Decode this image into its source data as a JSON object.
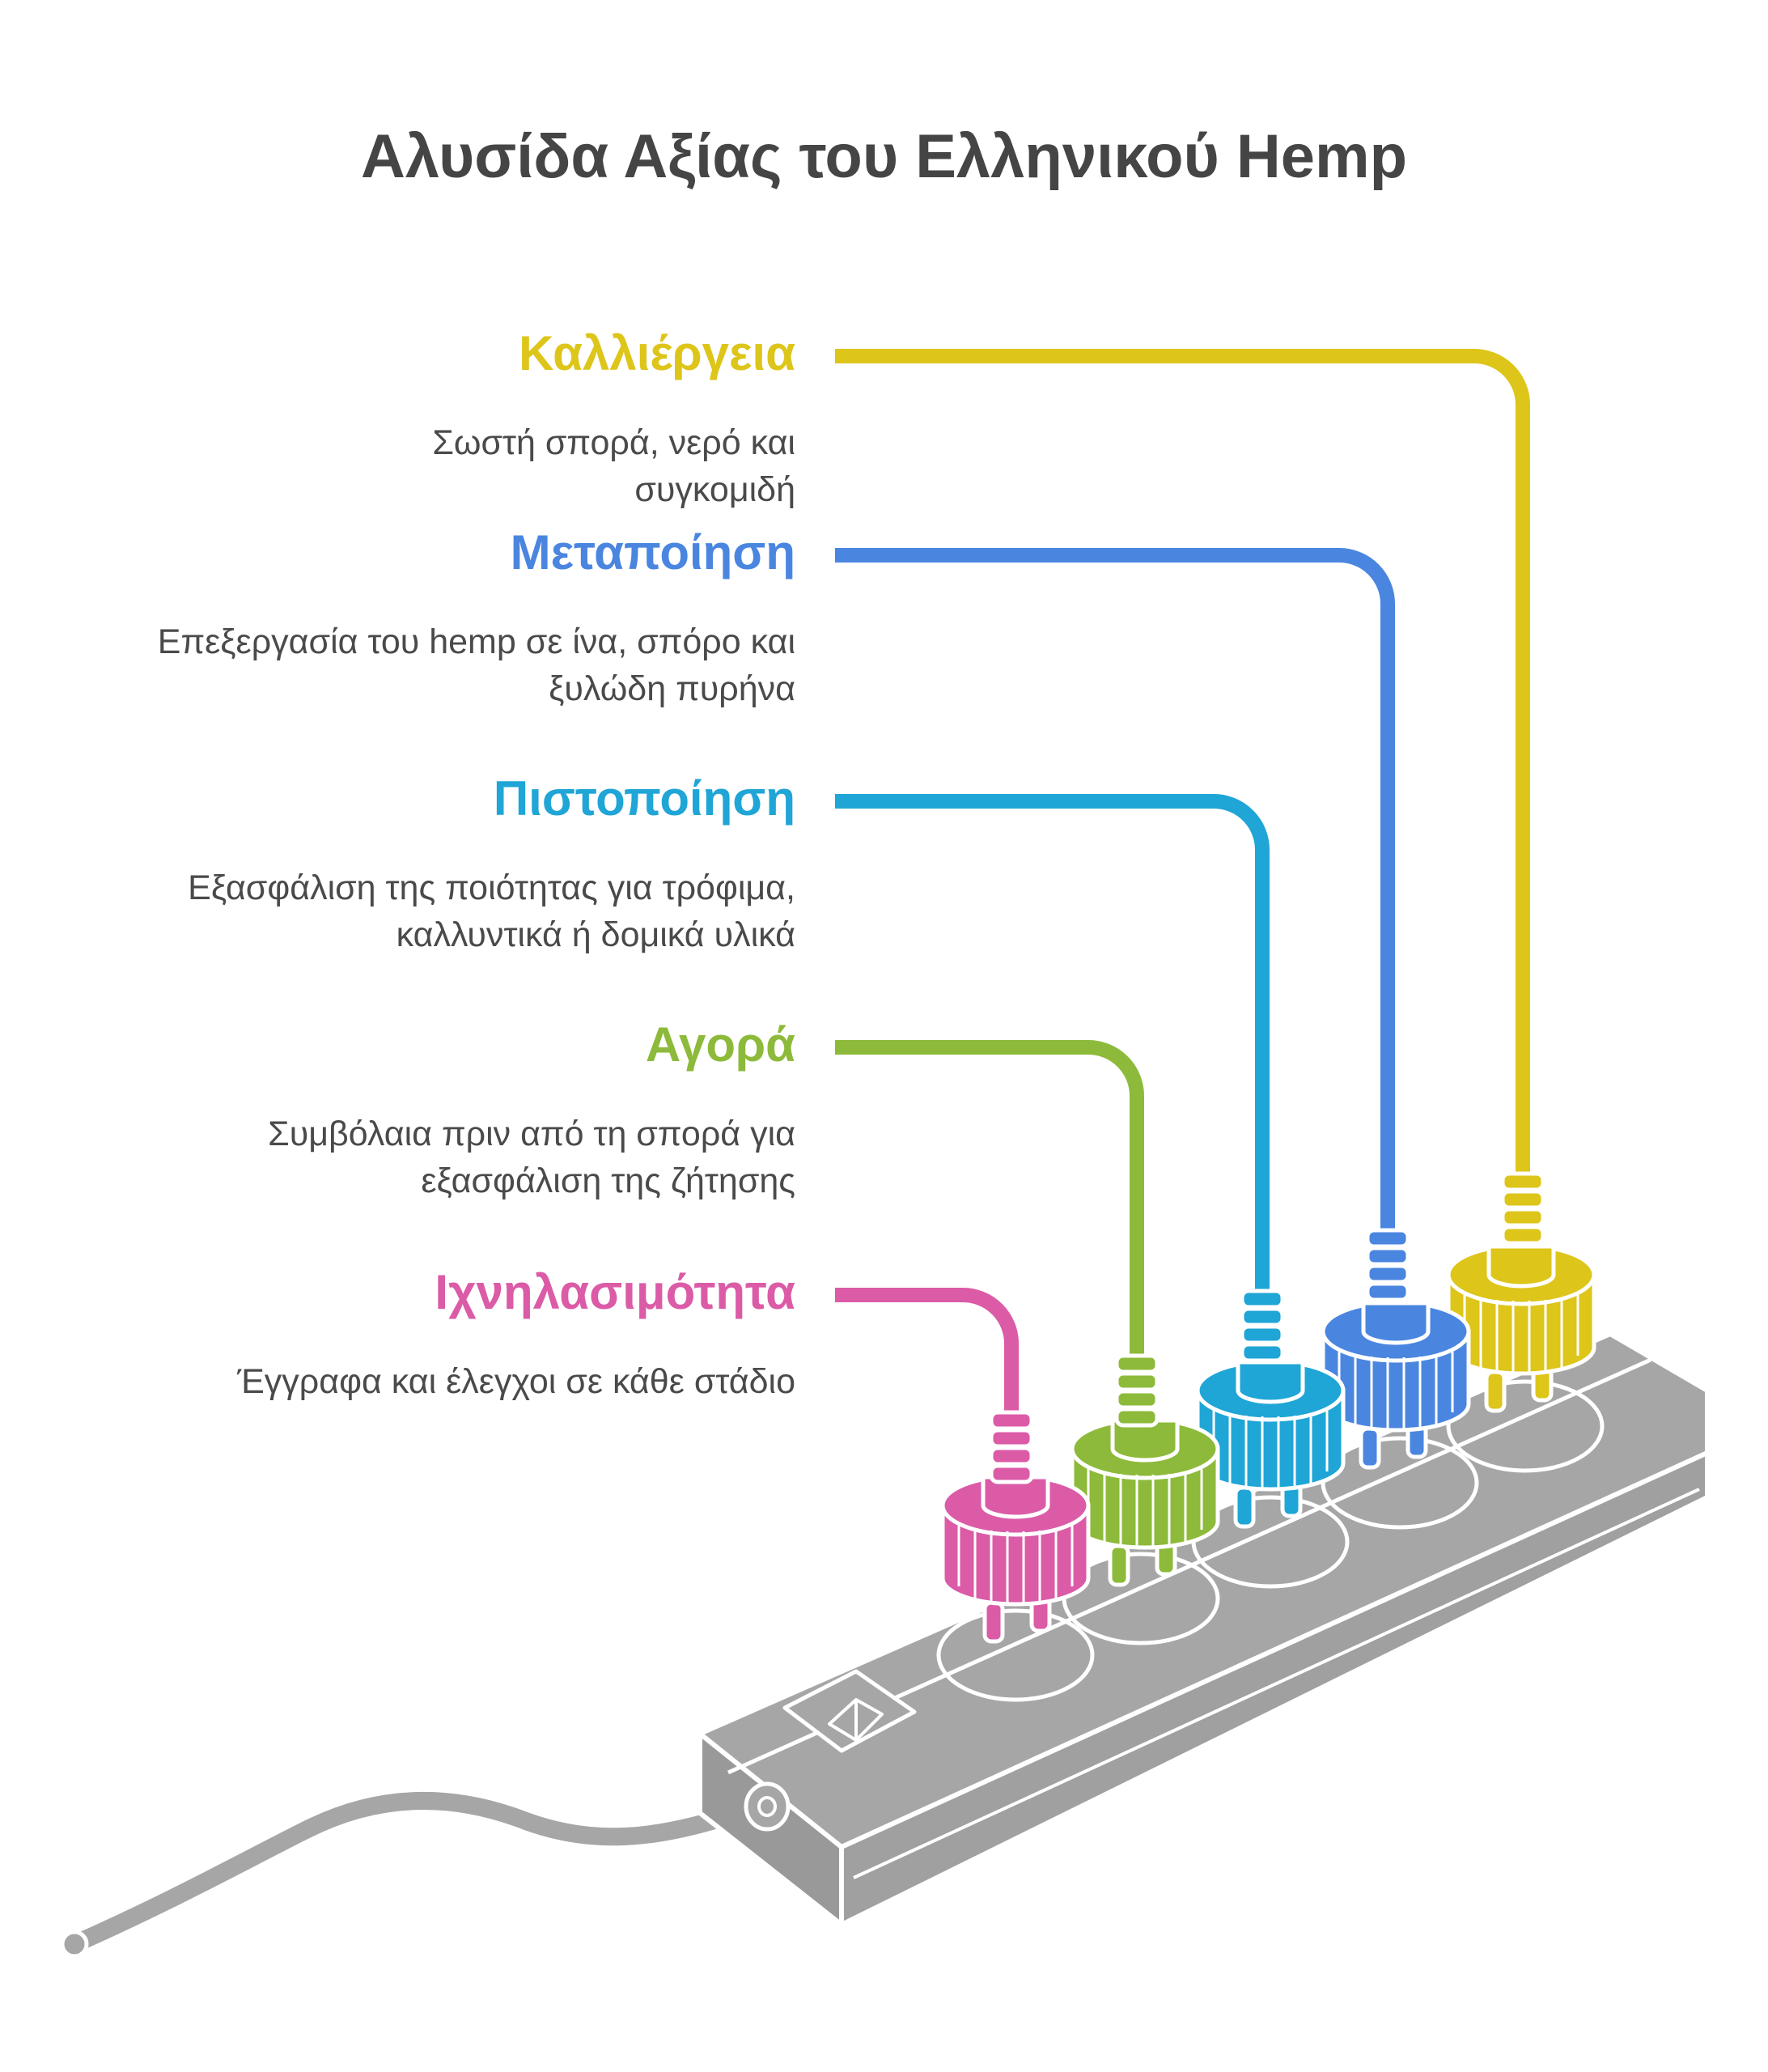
{
  "title": "Αλυσίδα Αξίας του Ελληνικού Hemp",
  "stages": [
    {
      "name": "Καλλιέργεια",
      "description": "Σωστή σπορά, νερό και συγκομιδή",
      "color": "#DDC51A"
    },
    {
      "name": "Μεταποίηση",
      "description": "Επεξεργασία του hemp σε ίνα, σπόρο και ξυλώδη πυρήνα",
      "color": "#4A86E0"
    },
    {
      "name": "Πιστοποίηση",
      "description": "Εξασφάλιση της ποιότητας για τρόφιμα, καλλυντικά ή δομικά υλικά",
      "color": "#1FA5D6"
    },
    {
      "name": "Αγορά",
      "description": "Συμβόλαια πριν από τη σπορά για εξασφάλιση της ζήτησης",
      "color": "#8DBA3A"
    },
    {
      "name": "Ιχνηλασιμότητα",
      "description": "Έγγραφα και έλεγχοι σε κάθε στάδιο",
      "color": "#DB5BA7"
    }
  ],
  "power_strip_color": "#A6A6A6"
}
